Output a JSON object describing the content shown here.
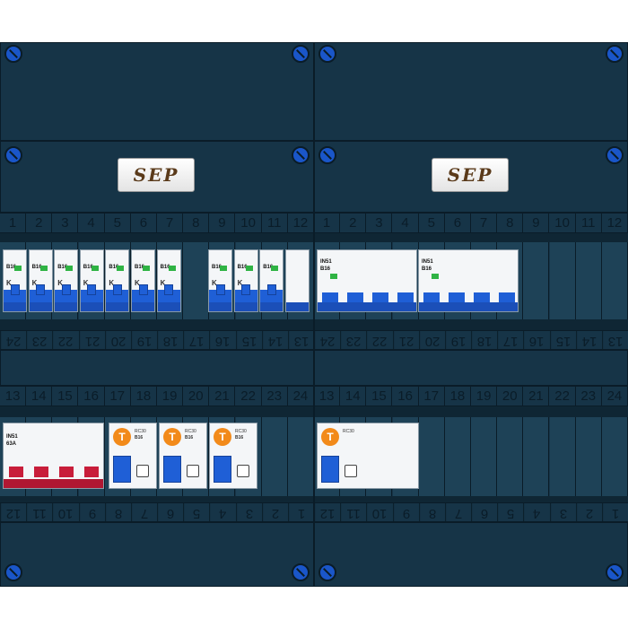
{
  "brand": {
    "logo_text": "SEP"
  },
  "colors": {
    "panel": "#163447",
    "screw": "#1a56c9",
    "lever_blue": "#1f5fd6",
    "lever_red": "#c81d3a",
    "rcd_test": "#f28a1a",
    "led": "#2fb344"
  },
  "left_cabinet": {
    "row1_numbers": [
      "1",
      "2",
      "3",
      "4",
      "5",
      "6",
      "7",
      "8",
      "9",
      "10",
      "11",
      "12"
    ],
    "row1_rev_numbers": [
      "24",
      "23",
      "22",
      "21",
      "20",
      "19",
      "18",
      "17",
      "16",
      "15",
      "14",
      "13"
    ],
    "row2_numbers": [
      "13",
      "14",
      "15",
      "16",
      "17",
      "18",
      "19",
      "20",
      "21",
      "22",
      "23",
      "24"
    ],
    "row2_rev_numbers": [
      "12",
      "11",
      "10",
      "9",
      "8",
      "7",
      "6",
      "5",
      "4",
      "3",
      "2",
      "1"
    ],
    "row1_breakers": [
      {
        "rating": "B16",
        "code": "K"
      },
      {
        "rating": "B16",
        "code": "K"
      },
      {
        "rating": "B16",
        "code": "K"
      },
      {
        "rating": "B16",
        "code": "K"
      },
      {
        "rating": "B16",
        "code": "K"
      },
      {
        "rating": "B16",
        "code": "K"
      },
      {
        "rating": "B16",
        "code": "K"
      },
      {
        "rating": "B16",
        "code": "K"
      },
      {
        "rating": "B16",
        "code": "K"
      },
      {
        "rating": "B16",
        "code": ""
      }
    ],
    "row2_main_switch": {
      "label": "IN51",
      "rating": "63A"
    },
    "row2_rcbos": [
      {
        "test": "T",
        "type": "RC30",
        "rating": "B16"
      },
      {
        "test": "T",
        "type": "RC30",
        "rating": "B16"
      },
      {
        "test": "T",
        "type": "RC30",
        "rating": "B16"
      }
    ]
  },
  "right_cabinet": {
    "row1_numbers": [
      "1",
      "2",
      "3",
      "4",
      "5",
      "6",
      "7",
      "8",
      "9",
      "10",
      "11",
      "12"
    ],
    "row1_rev_numbers": [
      "24",
      "23",
      "22",
      "21",
      "20",
      "19",
      "18",
      "17",
      "16",
      "15",
      "14",
      "13"
    ],
    "row2_numbers": [
      "13",
      "14",
      "15",
      "16",
      "17",
      "18",
      "19",
      "20",
      "21",
      "22",
      "23",
      "24"
    ],
    "row2_rev_numbers": [
      "12",
      "11",
      "10",
      "9",
      "8",
      "7",
      "6",
      "5",
      "4",
      "3",
      "2",
      "1"
    ],
    "row1_rcds": [
      {
        "label": "IN51",
        "rating": "B16"
      },
      {
        "label": "IN51",
        "rating": "B16"
      }
    ],
    "row2_rcd": {
      "test": "T",
      "type": "RC30"
    }
  }
}
